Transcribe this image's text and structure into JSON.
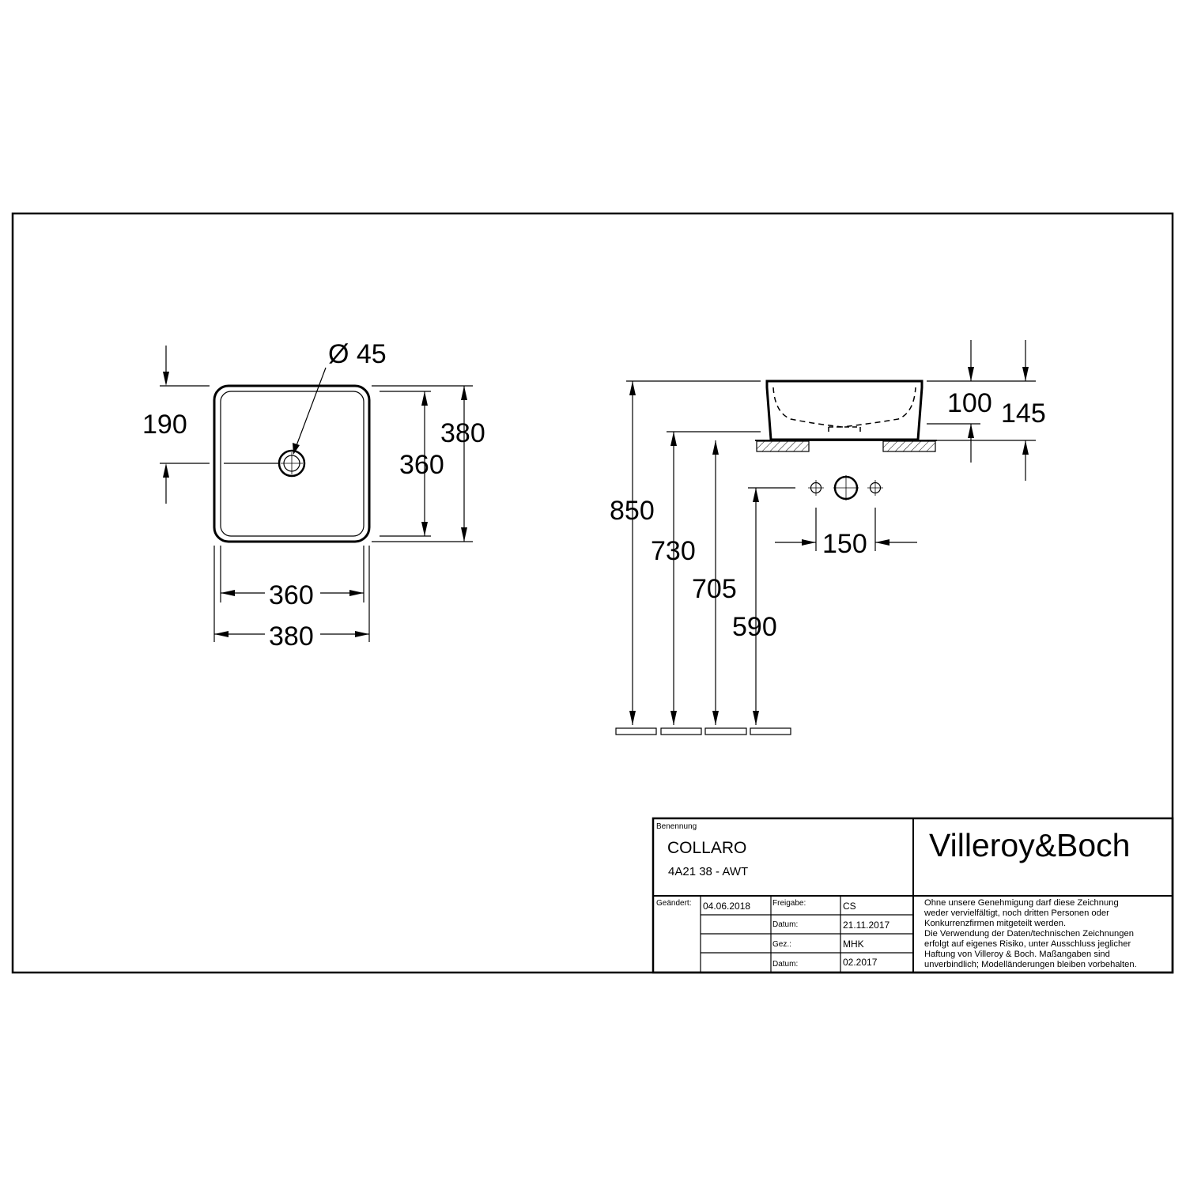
{
  "top_view": {
    "depth_outer": "380",
    "depth_inner": "360",
    "width_inner": "360",
    "width_outer": "380",
    "drain_offset": "190",
    "drain_diameter": "Ø 45"
  },
  "side_view": {
    "height_850": "850",
    "height_730": "730",
    "height_705": "705",
    "height_590": "590",
    "rim_100": "100",
    "total_145": "145",
    "spacing_150": "150"
  },
  "title_block": {
    "benennung_label": "Benennung",
    "product_name": "COLLARO",
    "product_code": "4A21 38 - AWT",
    "brand": "Villeroy&Boch",
    "geaendert_label": "Geändert:",
    "geaendert_date": "04.06.2018",
    "freigabe_label": "Freigabe:",
    "freigabe_value": "CS",
    "datum_label_1": "Datum:",
    "datum_value_1": "21.11.2017",
    "gez_label": "Gez.:",
    "gez_value": "MHK",
    "datum_label_2": "Datum:",
    "datum_value_2": "02.2017",
    "notice_lines": [
      "Ohne unsere Genehmigung darf diese Zeichnung",
      "weder vervielfältigt, noch dritten Personen oder",
      "Konkurrenzfirmen mitgeteilt werden.",
      "Die Verwendung der Daten/technischen Zeichnungen",
      "erfolgt auf eigenes Risiko, unter Ausschluss jeglicher",
      "Haftung von Villeroy & Boch. Maßangaben sind",
      "unverbindlich; Modelländerungen bleiben vorbehalten."
    ]
  }
}
